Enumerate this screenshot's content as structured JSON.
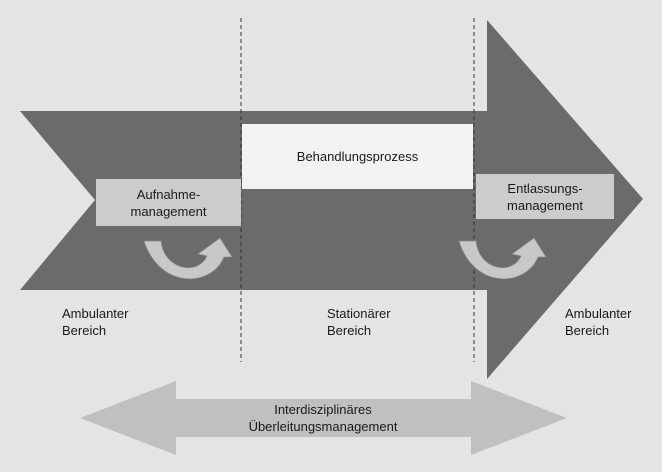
{
  "process": {
    "behandlung": "Behandlungsprozess",
    "aufnahme_line1": "Aufnahme-",
    "aufnahme_line2": "management",
    "entlassung_line1": "Entlassungs-",
    "entlassung_line2": "management"
  },
  "areas": {
    "left_line1": "Ambulanter",
    "left_line2": "Bereich",
    "middle_line1": "Stationärer",
    "middle_line2": "Bereich",
    "right_line1": "Ambulanter",
    "right_line2": "Bereich"
  },
  "bottom_arrow": {
    "line1": "Interdisziplinäres",
    "line2": "Überleitungsmanagement"
  },
  "colors": {
    "background": "#e4e4e4",
    "main_arrow": "#6b6b6b",
    "boxes": "#cccccc",
    "bottom_arrow": "#c0c0c0",
    "curved_arrows": "#c8c8c8"
  }
}
